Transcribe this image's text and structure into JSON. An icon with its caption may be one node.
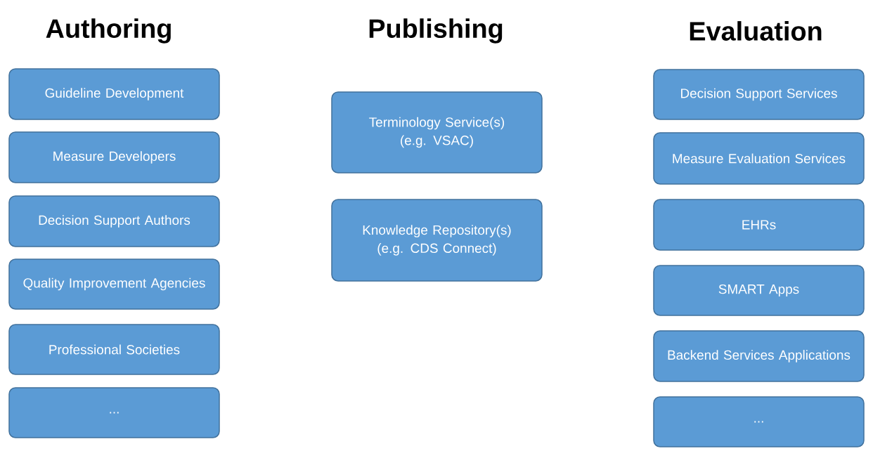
{
  "diagram": {
    "nodes": [
      {
        "text": [
          "Guideline Development"
        ]
      },
      {
        "text": [
          "Measure Developers"
        ]
      },
      {
        "text": [
          "Decision Support Authors"
        ]
      },
      {
        "text": [
          "Quality Improvement Agencies"
        ]
      },
      {
        "text": [
          "Professional Societies"
        ]
      },
      {
        "text": [
          "..."
        ]
      },
      {
        "text": [
          "Terminology Service(s) (e.g. VSAC)"
        ]
      },
      {
        "text": [
          "Knowledge Repository(s) (e.g. CDS Connect)"
        ]
      },
      {
        "text": [
          "Decision Support Services"
        ]
      },
      {
        "text": [
          "Measure Evaluation Services"
        ]
      },
      {
        "text": [
          "EHRs"
        ]
      },
      {
        "text": [
          "SMART Apps"
        ]
      },
      {
        "text": [
          "Backend Services Applications"
        ]
      },
      {
        "text": [
          "..."
        ]
      }
    ],
    "labels": [
      "Authoring",
      "Publishing",
      "Evaluation"
    ]
  }
}
